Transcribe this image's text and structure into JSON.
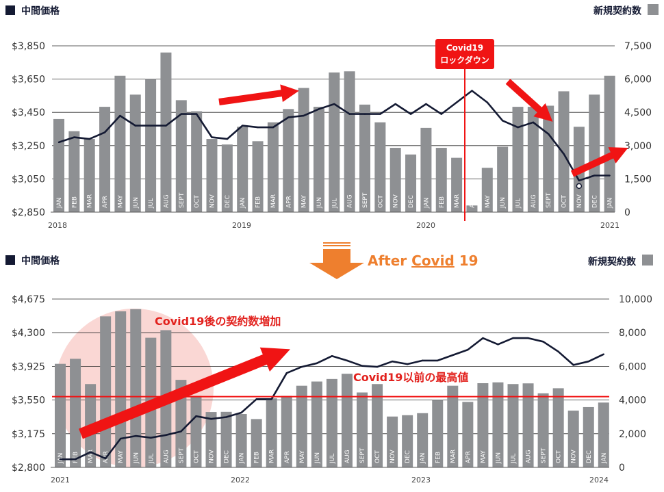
{
  "colors": {
    "bar": "#8e9093",
    "line": "#141a33",
    "accent_red": "#f01414",
    "covid_text": "#e2211d",
    "after_orange": "#ee7f2e",
    "circle_fill": "#f8c9c6",
    "bar_label": "#ffffff"
  },
  "top_legend": {
    "price_label": "中間価格",
    "contracts_label": "新規契約数"
  },
  "bottom_legend": {
    "price_label": "中間価格",
    "contracts_label": "新規契約数"
  },
  "transition": {
    "prefix": "After ",
    "underlined": "Covid",
    "suffix": " 19"
  },
  "annotations": {
    "lockdown_line1": "Covid19",
    "lockdown_line2": "ロックダウン",
    "after_increase": "Covid19後の契約数増加",
    "previous_high": "Covid19以前の最高値"
  },
  "chart_data": [
    {
      "type": "bar",
      "title": "",
      "left_axis": {
        "label": "中間価格",
        "range": [
          2850,
          3850
        ],
        "ticks": [
          "$3,850",
          "$3,650",
          "$3,450",
          "$3,250",
          "$3,050",
          "$2,850"
        ]
      },
      "right_axis": {
        "label": "新規契約数",
        "range": [
          0,
          7500
        ],
        "ticks": [
          "7,500",
          "6,000",
          "4,500",
          "3,000",
          "1,500",
          "0"
        ]
      },
      "year_labels": [
        "2018",
        "2019",
        "2020",
        "2021"
      ],
      "categories": [
        "JAN",
        "FEB",
        "MAR",
        "APR",
        "MAY",
        "JUN",
        "JUL",
        "AUG",
        "SEPT",
        "OCT",
        "NOV",
        "DEC",
        "JAN",
        "FEB",
        "MAR",
        "APR",
        "MAY",
        "JUN",
        "JUL",
        "AUG",
        "SEPT",
        "OCT",
        "NOV",
        "DEC",
        "JAN",
        "FEB",
        "MAR",
        "APR",
        "MAY",
        "JUN",
        "JUL",
        "AUG",
        "SEPT",
        "OCT",
        "NOV",
        "DEC",
        "JAN"
      ],
      "series": [
        {
          "name": "新規契約数",
          "axis": "right",
          "values": [
            4200,
            3650,
            3300,
            4750,
            6150,
            5300,
            6000,
            7200,
            5050,
            4550,
            3300,
            3050,
            3850,
            3200,
            4050,
            4650,
            5600,
            4750,
            6300,
            6350,
            4850,
            4050,
            2900,
            2600,
            3800,
            2900,
            2450,
            300,
            2000,
            2950,
            4750,
            4750,
            4800,
            5450,
            3850,
            5300,
            6150
          ]
        },
        {
          "name": "中間価格",
          "axis": "left",
          "values": [
            3270,
            3300,
            3290,
            3330,
            3430,
            3370,
            3370,
            3370,
            3440,
            3440,
            3300,
            3290,
            3370,
            3360,
            3360,
            3420,
            3430,
            3470,
            3500,
            3440,
            3440,
            3440,
            3500,
            3440,
            3500,
            3440,
            3510,
            3580,
            3510,
            3400,
            3360,
            3390,
            3320,
            3200,
            3040,
            3070,
            3070
          ]
        }
      ],
      "annotations": [
        "Covid19",
        "ロックダウン"
      ]
    },
    {
      "type": "bar",
      "title": "",
      "left_axis": {
        "label": "中間価格",
        "range": [
          2800,
          4675
        ],
        "ticks": [
          "$4,675",
          "$4,300",
          "$3,925",
          "$3,550",
          "$3,175",
          "$2,800"
        ]
      },
      "right_axis": {
        "label": "新規契約数",
        "range": [
          0,
          10000
        ],
        "ticks": [
          "10,000",
          "8,000",
          "6,000",
          "4,000",
          "2,000",
          "0"
        ]
      },
      "year_labels": [
        "2021",
        "2022",
        "2023",
        "2024"
      ],
      "reference_line": {
        "label": "Covid19以前の最高値",
        "value": 4200,
        "axis": "right"
      },
      "categories": [
        "JAN",
        "FEB",
        "MAR",
        "APR",
        "MAY",
        "JUN",
        "JUL",
        "AUG",
        "SEPT",
        "OCT",
        "NOV",
        "DEC",
        "JAN",
        "FEB",
        "MAR",
        "APR",
        "MAY",
        "JUN",
        "JUL",
        "AUG",
        "SEPT",
        "OCT",
        "NOV",
        "DEC",
        "JAN",
        "FEB",
        "MAR",
        "APR",
        "MAY",
        "JUN",
        "JUL",
        "AUG",
        "SEPT",
        "OCT",
        "NOV",
        "DEC",
        "JAN"
      ],
      "series": [
        {
          "name": "新規契約数",
          "axis": "right",
          "values": [
            6150,
            6450,
            4950,
            8970,
            9270,
            9400,
            7700,
            8150,
            5200,
            4250,
            3290,
            3300,
            3170,
            2870,
            4100,
            4250,
            4850,
            5100,
            5250,
            5560,
            4450,
            4950,
            3020,
            3100,
            3220,
            3990,
            4850,
            3890,
            5000,
            5050,
            4950,
            4990,
            4400,
            4700,
            3370,
            3580,
            3850
          ]
        },
        {
          "name": "中間価格",
          "axis": "left",
          "values": [
            2890,
            2890,
            2970,
            2900,
            3120,
            3150,
            3130,
            3160,
            3200,
            3370,
            3340,
            3360,
            3410,
            3560,
            3560,
            3850,
            3920,
            3960,
            4040,
            3990,
            3930,
            3920,
            3980,
            3950,
            3990,
            3990,
            4050,
            4110,
            4240,
            4170,
            4240,
            4240,
            4200,
            4090,
            3940,
            3980,
            4060
          ]
        }
      ],
      "annotations": [
        "Covid19後の契約数増加",
        "Covid19以前の最高値"
      ]
    }
  ]
}
